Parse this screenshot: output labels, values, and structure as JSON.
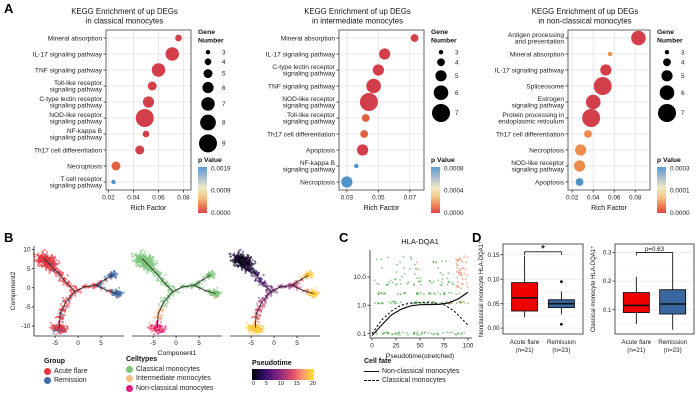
{
  "panel_labels": {
    "a": "A",
    "b": "B",
    "c": "C",
    "d": "D"
  },
  "colors": {
    "kegg_red": "#d23f4a",
    "kegg_orange_red": "#e2603f",
    "kegg_orange": "#ee8c4d",
    "kegg_blue": "#4f93c8",
    "acute_flare": "#e8353e",
    "remission": "#3f6ca6",
    "classical": "#7cc47a",
    "intermediate": "#fbbd85",
    "nonclassical": "#e3197e",
    "box_red": "#ee0000",
    "box_blue": "#39679f",
    "hla_green": "#44a340",
    "hla_orange": "#f4714c"
  },
  "chart_data": [
    {
      "id": "kegg_classical",
      "type": "dotplot",
      "title_lines": [
        "KEGG Enrichment of up DEGs",
        "in classical monocytes"
      ],
      "xlabel": "Rich Factor",
      "xlim": [
        0.018,
        0.086
      ],
      "xticks": [
        0.02,
        0.04,
        0.06,
        0.08
      ],
      "xtick_labels": [
        "0.02",
        "0.04",
        "0.06",
        "0.08"
      ],
      "gene_legend_title": [
        "Gene",
        "Number"
      ],
      "gene_sizes": [
        3,
        4,
        5,
        6,
        7,
        8,
        9
      ],
      "p_legend_title": "p Value",
      "p_labels": [
        "0.0019",
        "0.0009",
        "0.0000"
      ],
      "rows": [
        {
          "label_lines": [
            "Mineral absorption"
          ],
          "rich_factor": 0.076,
          "gene_number": 4,
          "color": "#d23f4a"
        },
        {
          "label_lines": [
            "IL-17 signaling pathway"
          ],
          "rich_factor": 0.071,
          "gene_number": 7,
          "color": "#d23f4a"
        },
        {
          "label_lines": [
            "TNF signaling pathway"
          ],
          "rich_factor": 0.06,
          "gene_number": 7,
          "color": "#d23f4a"
        },
        {
          "label_lines": [
            "Toll-like receptor",
            "signaling pathway"
          ],
          "rich_factor": 0.055,
          "gene_number": 5,
          "color": "#d23f4a"
        },
        {
          "label_lines": [
            "C-type lectin receptor",
            "signaling pathway"
          ],
          "rich_factor": 0.052,
          "gene_number": 6,
          "color": "#d23f4a"
        },
        {
          "label_lines": [
            "NOD-like receptor",
            "signaling pathway"
          ],
          "rich_factor": 0.049,
          "gene_number": 9,
          "color": "#d23f4a"
        },
        {
          "label_lines": [
            "NF-kappa B",
            "signaling pathway"
          ],
          "rich_factor": 0.05,
          "gene_number": 4,
          "color": "#d23f4a"
        },
        {
          "label_lines": [
            "Th17 cell differentiation"
          ],
          "rich_factor": 0.045,
          "gene_number": 5,
          "color": "#d23f4a"
        },
        {
          "label_lines": [
            "Necroptosis"
          ],
          "rich_factor": 0.026,
          "gene_number": 5,
          "color": "#e2603f"
        },
        {
          "label_lines": [
            "T cell receptor",
            "signaling pathway"
          ],
          "rich_factor": 0.024,
          "gene_number": 3,
          "color": "#4f93c8"
        }
      ]
    },
    {
      "id": "kegg_intermediate",
      "type": "dotplot",
      "title_lines": [
        "KEGG Enrichment of up DEGs",
        "in intermediate monocytes"
      ],
      "xlabel": "Rich Factor",
      "xlim": [
        0.025,
        0.079
      ],
      "xticks": [
        0.03,
        0.05,
        0.07
      ],
      "xtick_labels": [
        "0.03",
        "0.05",
        "0.07"
      ],
      "gene_legend_title": [
        "Gene",
        "Number"
      ],
      "gene_sizes": [
        3,
        4,
        5,
        6,
        7
      ],
      "p_legend_title": "p Value",
      "p_labels": [
        "0.0008",
        "0.0004",
        "0.0000"
      ],
      "rows": [
        {
          "label_lines": [
            "Mineral absorption"
          ],
          "rich_factor": 0.073,
          "gene_number": 4,
          "color": "#d23f4a"
        },
        {
          "label_lines": [
            "IL-17 signaling pathway"
          ],
          "rich_factor": 0.054,
          "gene_number": 5,
          "color": "#d23f4a"
        },
        {
          "label_lines": [
            "C-type lectin receptor",
            "signaling pathway"
          ],
          "rich_factor": 0.05,
          "gene_number": 5,
          "color": "#d23f4a"
        },
        {
          "label_lines": [
            "TNF signaling pathway"
          ],
          "rich_factor": 0.047,
          "gene_number": 6,
          "color": "#d23f4a"
        },
        {
          "label_lines": [
            "NOD-like receptor",
            "signaling pathway"
          ],
          "rich_factor": 0.044,
          "gene_number": 7,
          "color": "#d23f4a"
        },
        {
          "label_lines": [
            "Toll-like receptor",
            "signaling pathway"
          ],
          "rich_factor": 0.042,
          "gene_number": 4,
          "color": "#e2603f"
        },
        {
          "label_lines": [
            "Th17 cell differentiation"
          ],
          "rich_factor": 0.041,
          "gene_number": 4,
          "color": "#e2603f"
        },
        {
          "label_lines": [
            "Apoptosis"
          ],
          "rich_factor": 0.04,
          "gene_number": 5,
          "color": "#d23f4a"
        },
        {
          "label_lines": [
            "NF-kappa B",
            "signaling pathway"
          ],
          "rich_factor": 0.036,
          "gene_number": 3,
          "color": "#4f93c8"
        },
        {
          "label_lines": [
            "Necroptosis"
          ],
          "rich_factor": 0.03,
          "gene_number": 5,
          "color": "#4f93c8"
        }
      ]
    },
    {
      "id": "kegg_nonclassical",
      "type": "dotplot",
      "title_lines": [
        "KEGG Enrichment of up DEGs",
        "in non-classical monocytes"
      ],
      "xlabel": "Rich Factor",
      "xlim": [
        0.016,
        0.094
      ],
      "xticks": [
        0.02,
        0.04,
        0.06,
        0.08
      ],
      "xtick_labels": [
        "0.02",
        "0.04",
        "0.06",
        "0.08"
      ],
      "gene_legend_title": [
        "Gene",
        "Number"
      ],
      "gene_sizes": [
        3,
        4,
        5,
        6,
        7
      ],
      "p_legend_title": "p Value",
      "p_labels": [
        "0.0003",
        "0.0001",
        "0.0000"
      ],
      "rows": [
        {
          "label_lines": [
            "Antigen processing",
            "and presentation"
          ],
          "rich_factor": 0.083,
          "gene_number": 6,
          "color": "#d23f4a"
        },
        {
          "label_lines": [
            "Mineral absorption"
          ],
          "rich_factor": 0.056,
          "gene_number": 3,
          "color": "#ee8c4d"
        },
        {
          "label_lines": [
            "IL-17 signaling pathway"
          ],
          "rich_factor": 0.052,
          "gene_number": 5,
          "color": "#d23f4a"
        },
        {
          "label_lines": [
            "Spliceosome"
          ],
          "rich_factor": 0.049,
          "gene_number": 7,
          "color": "#d23f4a"
        },
        {
          "label_lines": [
            "Estrogen",
            "signaling pathway"
          ],
          "rich_factor": 0.04,
          "gene_number": 6,
          "color": "#d23f4a"
        },
        {
          "label_lines": [
            "Protein processing in",
            "endoplasmic reticulum"
          ],
          "rich_factor": 0.038,
          "gene_number": 7,
          "color": "#d23f4a"
        },
        {
          "label_lines": [
            "Th17 cell differentiation"
          ],
          "rich_factor": 0.035,
          "gene_number": 4,
          "color": "#ee8c4d"
        },
        {
          "label_lines": [
            "Necroptosis"
          ],
          "rich_factor": 0.028,
          "gene_number": 5,
          "color": "#ee8c4d"
        },
        {
          "label_lines": [
            "NOD-like receptor",
            "signaling pathway"
          ],
          "rich_factor": 0.027,
          "gene_number": 5,
          "color": "#ee8c4d"
        },
        {
          "label_lines": [
            "Apoptosis"
          ],
          "rich_factor": 0.027,
          "gene_number": 4,
          "color": "#4f93c8"
        }
      ]
    },
    {
      "id": "trajectory",
      "type": "trajectory",
      "xlabel": "Component1",
      "ylabel": "Component2",
      "xticks": [
        -5,
        0,
        5
      ],
      "yticks": [
        10,
        5,
        0,
        -5,
        -10
      ],
      "xlim": [
        -9.6,
        10.0
      ],
      "ylim": [
        -12.6,
        10.9
      ],
      "legend_group": {
        "title": "Group",
        "items": [
          {
            "label": "Acute flare",
            "color": "#e8353e"
          },
          {
            "label": "Remission",
            "color": "#3f6ca6"
          }
        ]
      },
      "legend_celltypes": {
        "title": "Celltypes",
        "items": [
          {
            "label": "Classical monocytes",
            "color": "#7cc47a"
          },
          {
            "label": "Intermediate monocytes",
            "color": "#fbbd85"
          },
          {
            "label": "Non-classical monocytes",
            "color": "#e3197e"
          }
        ]
      },
      "legend_pseudotime": {
        "title": "Pseudotime",
        "ticks": [
          "0",
          "5",
          "10",
          "15",
          "20"
        ]
      },
      "tree": [
        [
          [
            -7.4,
            7.6
          ],
          [
            -4.6,
            4.1
          ],
          [
            -2.2,
            0.9
          ],
          [
            -0.7,
            -1.0
          ]
        ],
        [
          [
            -0.7,
            -1.0
          ],
          [
            1.6,
            0.3
          ],
          [
            3.9,
            0.6
          ]
        ],
        [
          [
            3.9,
            0.6
          ],
          [
            5.7,
            2.0
          ],
          [
            7.4,
            3.3
          ]
        ],
        [
          [
            3.9,
            0.6
          ],
          [
            6.3,
            -0.7
          ],
          [
            8.6,
            -1.5
          ]
        ],
        [
          [
            -0.7,
            -1.0
          ],
          [
            -2.6,
            -3.6
          ],
          [
            -3.9,
            -6.8
          ],
          [
            -4.1,
            -10.4
          ]
        ]
      ]
    },
    {
      "id": "hla_dqa1",
      "type": "pseudotime_expression",
      "title": "HLA-DQA1",
      "xlabel": "Pseudotime(stretched)",
      "xticks": [
        0,
        25,
        50,
        75,
        100
      ],
      "ytick_labels": [
        "10.0",
        "1.0",
        "0.1"
      ],
      "ytick_values": [
        10,
        1,
        0.1
      ],
      "legend": {
        "title": "Cell fate",
        "items": [
          {
            "label": "Non-classical monocytes",
            "style": "solid"
          },
          {
            "label": "Classical monocytes",
            "style": "dashed"
          }
        ]
      },
      "solid_curve": [
        [
          0,
          0.085
        ],
        [
          10,
          0.2
        ],
        [
          20,
          0.45
        ],
        [
          30,
          0.72
        ],
        [
          40,
          0.95
        ],
        [
          50,
          1.05
        ],
        [
          60,
          1.07
        ],
        [
          70,
          1.08
        ],
        [
          80,
          1.22
        ],
        [
          90,
          1.7
        ],
        [
          100,
          2.9
        ]
      ],
      "dashed_curve": [
        [
          0,
          0.1
        ],
        [
          10,
          0.3
        ],
        [
          20,
          0.62
        ],
        [
          30,
          1.0
        ],
        [
          40,
          1.2
        ],
        [
          50,
          1.25
        ],
        [
          55,
          1.25
        ],
        [
          65,
          1.22
        ],
        [
          75,
          1.05
        ],
        [
          85,
          0.65
        ],
        [
          95,
          0.3
        ],
        [
          100,
          0.2
        ]
      ]
    },
    {
      "id": "box_nonclassical",
      "type": "box",
      "ylabel": "Nonclassical monocyte HLA-DQA1⁺",
      "ytick_labels": [
        "0.00",
        "0.05",
        "0.10",
        "0.15"
      ],
      "ytick_values": [
        0,
        0.05,
        0.1,
        0.15
      ],
      "ylim": [
        -0.012,
        0.172
      ],
      "significance": "*",
      "sig_y": 0.156,
      "groups": [
        {
          "label": "Acute flare",
          "n_label": "(n=21)",
          "color": "#ee0000",
          "whisker_low": 0.022,
          "q1": 0.035,
          "median": 0.062,
          "q3": 0.093,
          "whisker_high": 0.148,
          "outliers": []
        },
        {
          "label": "Remission",
          "n_label": "(n=23)",
          "color": "#39679f",
          "whisker_low": 0.028,
          "q1": 0.042,
          "median": 0.05,
          "q3": 0.058,
          "whisker_high": 0.075,
          "outliers": [
            0.095,
            0.008
          ]
        }
      ]
    },
    {
      "id": "box_classical",
      "type": "box",
      "ylabel": "Classical monocyte HLA-DQA1⁺",
      "ytick_labels": [
        "0.1",
        "0.2",
        "0.3"
      ],
      "ytick_values": [
        0.1,
        0.2,
        0.3
      ],
      "ylim": [
        0.015,
        0.33
      ],
      "significance": "p=0.63",
      "sig_y": 0.3,
      "groups": [
        {
          "label": "Acute flare",
          "n_label": "(n=21)",
          "color": "#ee0000",
          "whisker_low": 0.05,
          "q1": 0.09,
          "median": 0.115,
          "q3": 0.16,
          "whisker_high": 0.215,
          "outliers": []
        },
        {
          "label": "Remission",
          "n_label": "(n=23)",
          "color": "#39679f",
          "whisker_low": 0.03,
          "q1": 0.085,
          "median": 0.12,
          "q3": 0.17,
          "whisker_high": 0.29,
          "outliers": []
        }
      ]
    }
  ]
}
